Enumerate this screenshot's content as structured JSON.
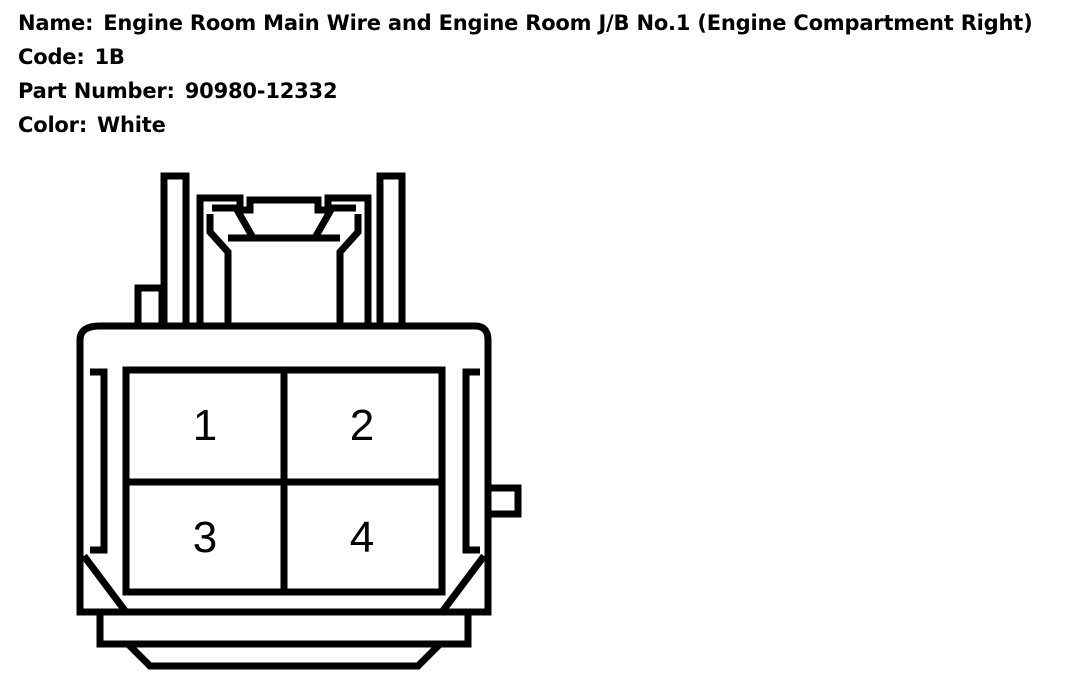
{
  "connector_info": {
    "name_label": "Name:",
    "name_value": "Engine Room Main Wire and Engine Room J/B No.1 (Engine Compartment Right)",
    "code_label": "Code:",
    "code_value": "1B",
    "part_label": "Part Number:",
    "part_value": "90980-12332",
    "color_label": "Color:",
    "color_value": "White"
  },
  "pins": [
    "1",
    "2",
    "3",
    "4"
  ],
  "colors": {
    "line": "#000000",
    "background": "#ffffff"
  }
}
